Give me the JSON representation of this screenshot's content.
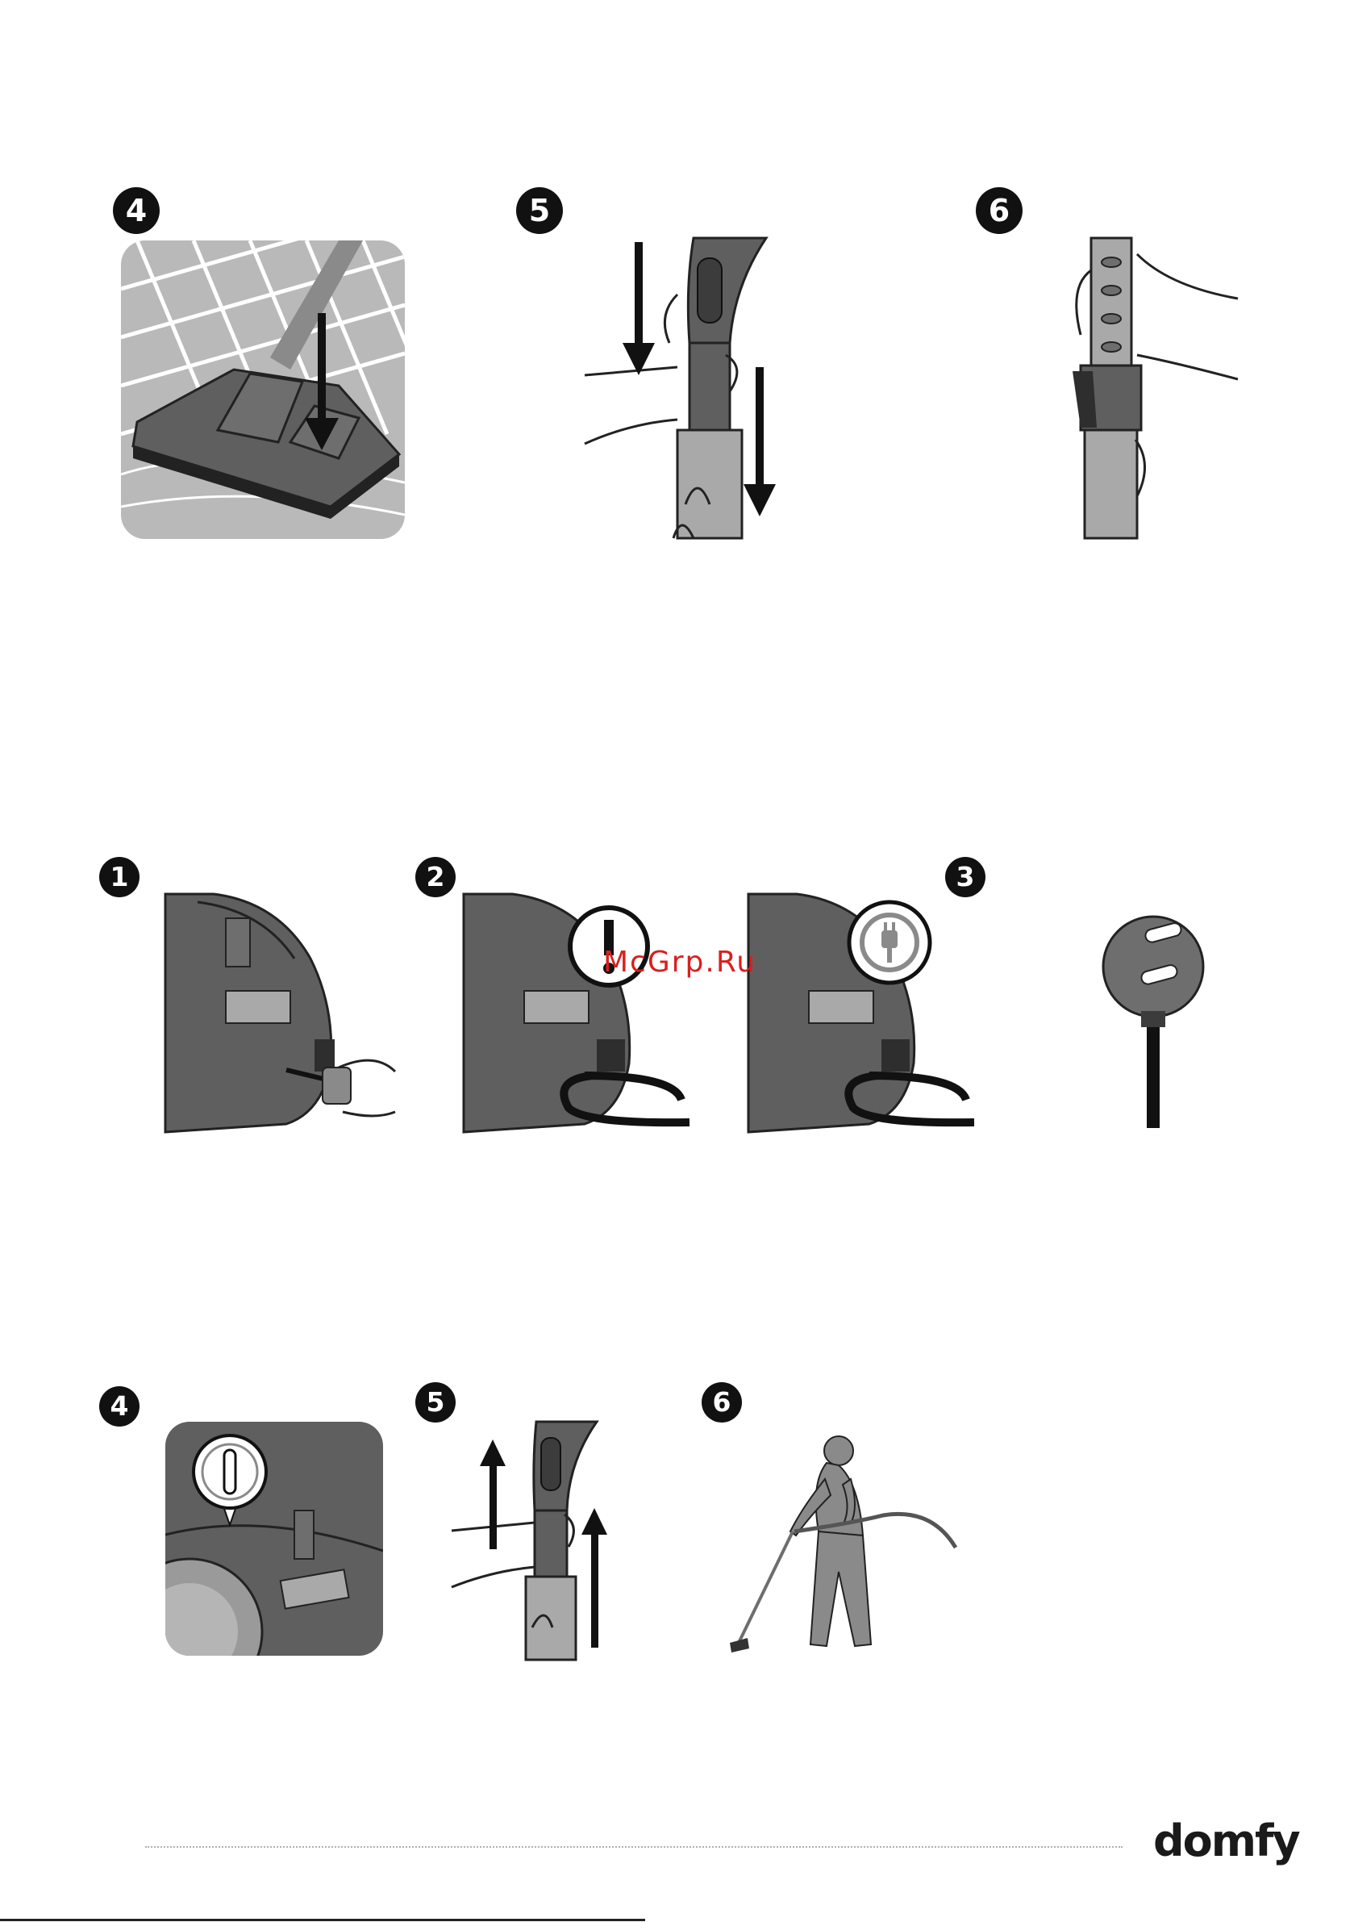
{
  "steps_top": [
    {
      "label": "4",
      "icon": "floor-brush-icon"
    },
    {
      "label": "5",
      "icon": "tube-insert-icon"
    },
    {
      "label": "6",
      "icon": "telescopic-tube-icon"
    }
  ],
  "steps_middle": [
    {
      "label": "1",
      "icon": "cord-pull-icon"
    },
    {
      "label": "2",
      "icon": "cord-warning-icon"
    },
    {
      "label": "3",
      "icon": "cord-rewind-icon"
    }
  ],
  "steps_bottom": [
    {
      "label": "4",
      "icon": "power-button-icon"
    },
    {
      "label": "5",
      "icon": "tube-remove-icon"
    },
    {
      "label": "6",
      "icon": "person-vacuuming-icon"
    }
  ],
  "watermark": "McGrp.Ru",
  "brand": "domfy",
  "colors": {
    "device_gray": "#5f5f5f",
    "tube_gray": "#a9a9a9",
    "floor_gray": "#b9b9b9",
    "badge": "#111111",
    "watermark": "#d8201e"
  }
}
